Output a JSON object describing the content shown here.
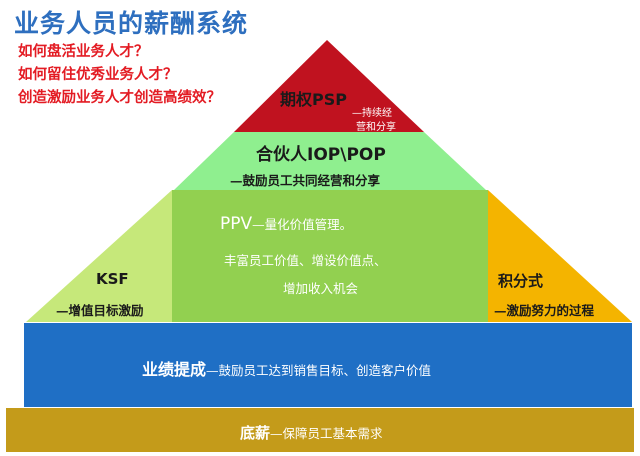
{
  "header": {
    "title": "业务人员的薪酬系统",
    "questions": [
      "如何盘活业务人才？",
      "如何留住优秀业务人才？",
      "创造激励业务人才创造高绩效？"
    ]
  },
  "pyramid": {
    "psp": {
      "label": "期权PSP",
      "desc_line1": "—持续经",
      "desc_line2": "营和分享",
      "color": "#c0121f"
    },
    "iop": {
      "label": "合伙人IOP\\POP",
      "desc": "—鼓励员工共同经营和分享",
      "color": "#8fef8f"
    },
    "ppv": {
      "label": "PPV",
      "label_suffix": "—量化价值管理。",
      "line2": "丰富员工价值、增设价值点、",
      "line3": "增加收入机会",
      "color": "#92d050"
    },
    "ksf": {
      "label": "KSF",
      "desc": "—增值目标激励",
      "color": "#c6e87a"
    },
    "points": {
      "label": "积分式",
      "desc": "—激励努力的过程",
      "color": "#f4b400"
    },
    "performance": {
      "label": "业绩提成",
      "desc": "—鼓励员工达到销售目标、创造客户价值",
      "color": "#1f6fc5"
    },
    "base": {
      "label": "底薪",
      "desc": "—保障员工基本需求",
      "color": "#c49b1a"
    }
  }
}
